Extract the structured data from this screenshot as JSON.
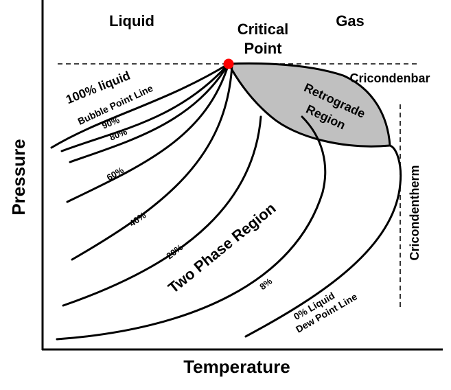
{
  "labels": {
    "liquid": "Liquid",
    "gas": "Gas",
    "critical_point_line1": "Critical",
    "critical_point_line2": "Point",
    "cricondenbar": "Cricondenbar",
    "cricondentherm": "Cricondentherm",
    "retrograde_line1": "Retrograde",
    "retrograde_line2": "Region",
    "two_phase": "Two Phase Region",
    "liquid_100": "100% liquid",
    "bubble_point": "Bubble Point Line",
    "dew_point_line1": "0% Liquid",
    "dew_point_line2": "Dew Point Line",
    "pct_90": "90%",
    "pct_80": "80%",
    "pct_60": "60%",
    "pct_40": "40%",
    "pct_20": "20%",
    "pct_8": "8%"
  },
  "axes": {
    "x_label": "Temperature",
    "y_label": "Pressure"
  },
  "colors": {
    "critical_point": "#ff0000",
    "retrograde_fill": "#c0c0c0",
    "line": "#000000"
  }
}
